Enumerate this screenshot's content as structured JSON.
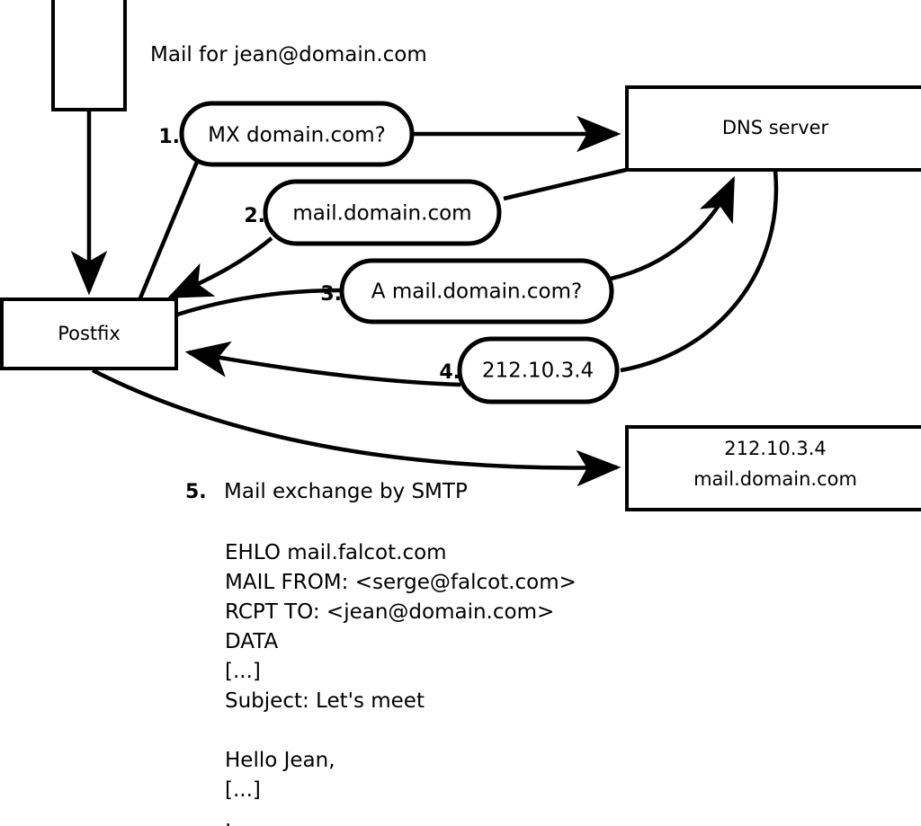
{
  "diagram": {
    "title_caption": "Mail for jean@domain.com",
    "nodes": {
      "sender_box": {
        "label": ""
      },
      "postfix_box": {
        "label": "Postfix"
      },
      "dns_box": {
        "label": "DNS server"
      },
      "mailserver_box": {
        "line1": "212.10.3.4",
        "line2": "mail.domain.com"
      }
    },
    "steps": [
      {
        "num": "1.",
        "label": "MX domain.com?"
      },
      {
        "num": "2.",
        "label": "mail.domain.com"
      },
      {
        "num": "3.",
        "label": "A mail.domain.com?"
      },
      {
        "num": "4.",
        "label": "212.10.3.4"
      }
    ],
    "step5": {
      "num": "5.",
      "label": "Mail exchange by SMTP"
    },
    "smtp_transcript": [
      "EHLO mail.falcot.com",
      "MAIL FROM: <serge@falcot.com>",
      "RCPT TO: <jean@domain.com>",
      "DATA",
      "[...]",
      "Subject: Let's meet",
      "",
      "Hello Jean,",
      "[...]",
      "."
    ],
    "colors": {
      "stroke": "#000000",
      "fill": "#ffffff",
      "text": "#000000"
    }
  }
}
